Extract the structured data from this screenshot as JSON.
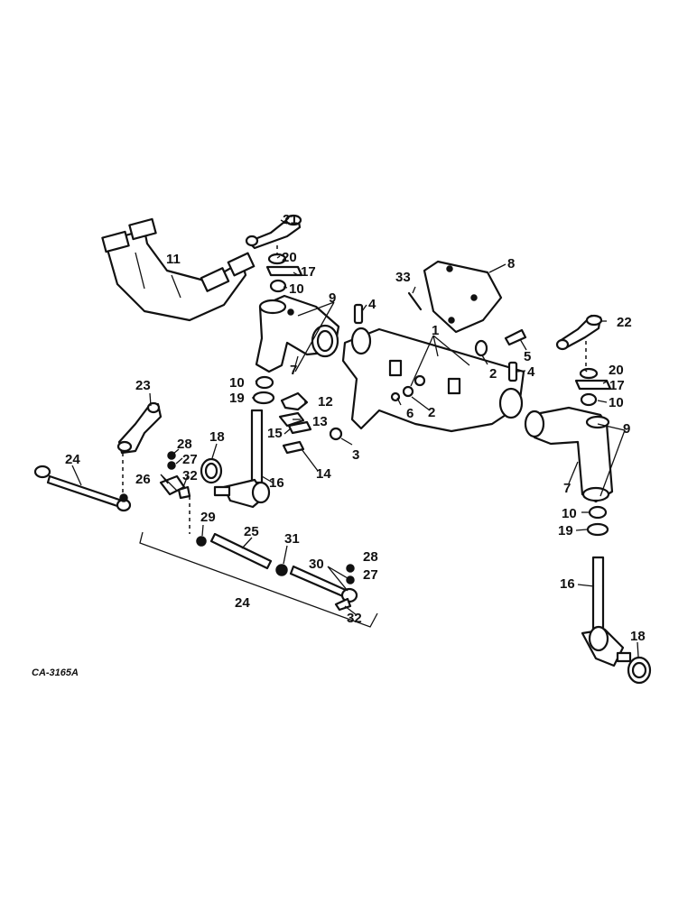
{
  "figure_code": "CA-3165A",
  "callouts": {
    "c1": "1",
    "c2a": "2",
    "c2b": "2",
    "c3": "3",
    "c4a": "4",
    "c4b": "4",
    "c5": "5",
    "c6": "6",
    "c7a": "7",
    "c7b": "7",
    "c8": "8",
    "c9a": "9",
    "c9b": "9",
    "c10a": "10",
    "c10b": "10",
    "c10c": "10",
    "c10d": "10",
    "c11": "11",
    "c12": "12",
    "c13": "13",
    "c14": "14",
    "c15": "15",
    "c16a": "16",
    "c16b": "16",
    "c17a": "17",
    "c17b": "17",
    "c18a": "18",
    "c18b": "18",
    "c19a": "19",
    "c19b": "19",
    "c20a": "20",
    "c20b": "20",
    "c21": "21",
    "c22": "22",
    "c23": "23",
    "c24a": "24",
    "c24b": "24",
    "c25": "25",
    "c26": "26",
    "c27a": "27",
    "c27b": "27",
    "c28a": "28",
    "c28b": "28",
    "c29": "29",
    "c30": "30",
    "c31": "31",
    "c32a": "32",
    "c32b": "32",
    "c33": "33"
  }
}
